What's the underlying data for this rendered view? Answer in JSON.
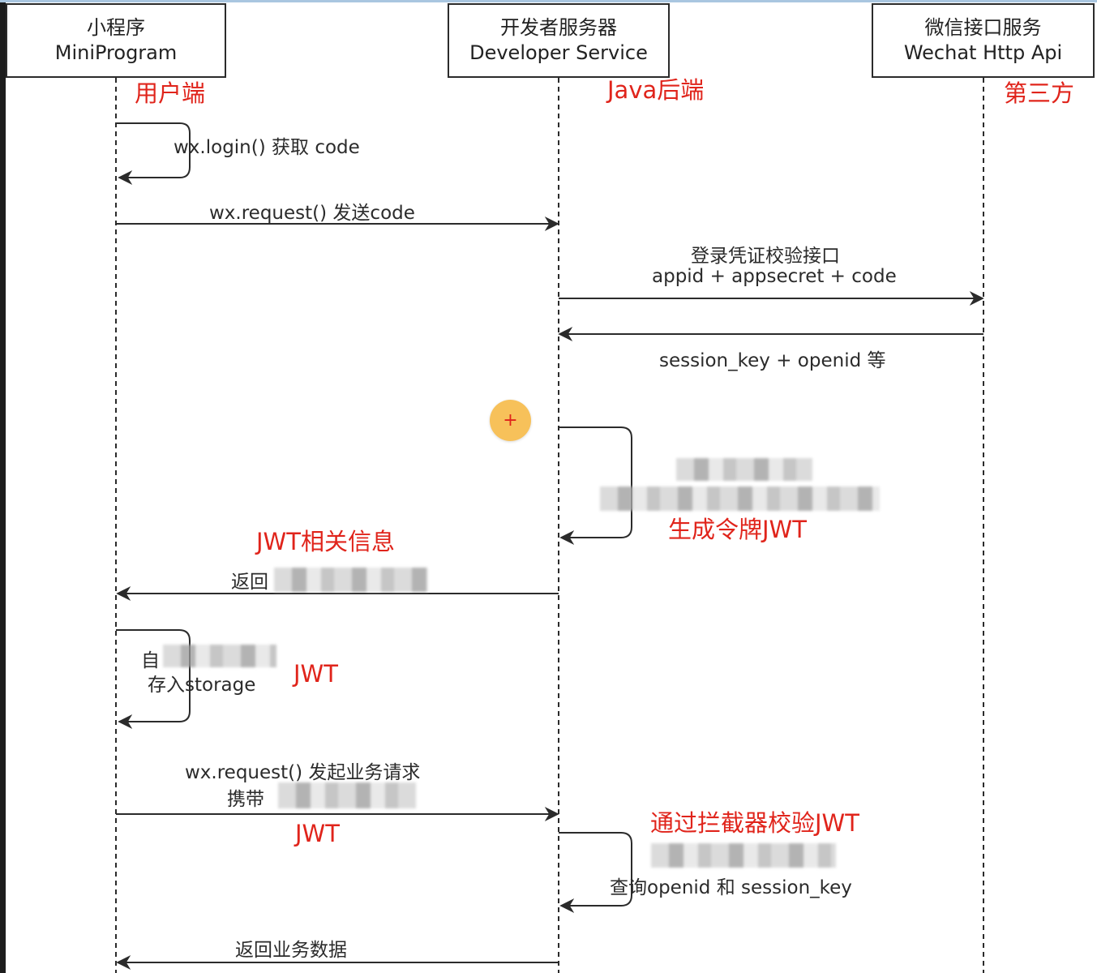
{
  "lanes": {
    "miniprogram": {
      "title_cn": "小程序",
      "title_en": "MiniProgram",
      "role": "用户端"
    },
    "developer": {
      "title_cn": "开发者服务器",
      "title_en": "Developer Service",
      "role": "Java后端"
    },
    "wechat": {
      "title_cn": "微信接口服务",
      "title_en": "Wechat Http Api",
      "role": "第三方"
    }
  },
  "messages": {
    "login": "wx.login() 获取 code",
    "send_code": "wx.request() 发送code",
    "verify_title": "登录凭证校验接口",
    "verify_params": "appid + appsecret + code",
    "session_return": "session_key + openid 等",
    "generate_jwt": "生成令牌JWT",
    "jwt_info": "JWT相关信息",
    "return_prefix": "返回",
    "auto_prefix": "自",
    "store_storage": "存入storage",
    "jwt_label_storage": "JWT",
    "biz_request": "wx.request() 发起业务请求",
    "carry_prefix": "携带",
    "jwt_label_request": "JWT",
    "interceptor": "通过拦截器校验JWT",
    "query_openid": "查询openid 和 session_key",
    "return_business": "返回业务数据"
  },
  "add_button": {
    "icon": "plus-icon",
    "symbol": "+"
  },
  "colors": {
    "accent": "#e0241b",
    "button": "#f7c15a",
    "line": "#2b2b2b"
  }
}
